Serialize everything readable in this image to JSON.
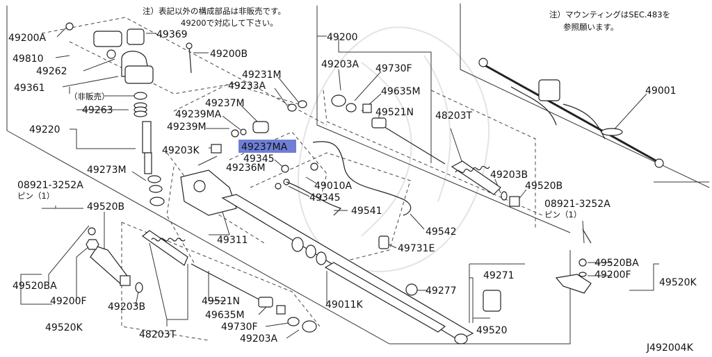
{
  "diagram": {
    "code": "J492004K",
    "notes": {
      "top_center_line1": "注）表記以外の構成部品は非販売です。",
      "top_center_line2": "49200で対応して下さい。",
      "top_right_line1": "注）マウンティングはSEC.483を",
      "top_right_line2": "参照願います。"
    },
    "labels": {
      "p49200A": "49200A",
      "p49369": "49369",
      "p49810": "49810",
      "p49200B": "49200B",
      "p49262": "49262",
      "p49361": "49361",
      "hihanbai": "（非販売）",
      "p49263": "49263",
      "p49220": "49220",
      "p49273M": "49273M",
      "pin_code_l": "08921-3252A",
      "pin_l": "ピン（1）",
      "p49520B_l": "49520B",
      "p49520BA_l": "49520BA",
      "p49200F_l": "49200F",
      "p49520K_l": "49520K",
      "p49203B_l": "49203B",
      "p48203T_l": "48203T",
      "p49521N_l": "49521N",
      "p49635M_l": "49635M",
      "p49730F_l": "49730F",
      "p49203A_l": "49203A",
      "p49311": "49311",
      "p49231M": "49231M",
      "p49233A": "49233A",
      "p49237M": "49237M",
      "p49239MA": "49239MA",
      "p49239M": "49239M",
      "p49237MA": "49237MA",
      "p49203K": "49203K",
      "p49345a": "49345",
      "p49236M": "49236M",
      "p49010A": "49010A",
      "p49345b": "49345",
      "p49541": "49541",
      "p49542": "49542",
      "p49731E": "49731E",
      "p49200": "49200",
      "p49203A_r": "49203A",
      "p49730F_r": "49730F",
      "p49635M_r": "49635M",
      "p49521N_r": "49521N",
      "p48203T_r": "48203T",
      "p49203B_r": "49203B",
      "p49520B_r": "49520B",
      "pin_code_r": "08921-3252A",
      "pin_r": "ピン（1）",
      "p49520BA_r": "49520BA",
      "p49200F_r": "49200F",
      "p49520K_r": "49520K",
      "p49271": "49271",
      "p49277": "49277",
      "p49011K": "49011K",
      "p49520": "49520",
      "p49001": "49001"
    }
  }
}
